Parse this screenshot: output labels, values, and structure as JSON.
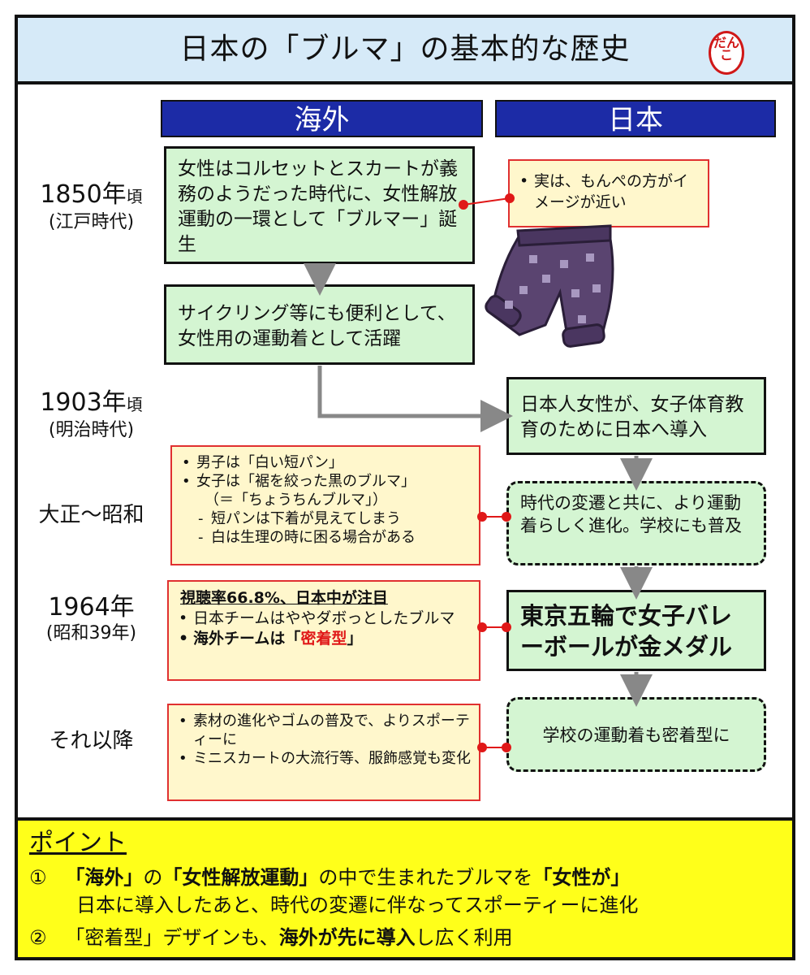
{
  "title": "日本の「ブルマ」の基本的な歴史",
  "stamp": "だんこ",
  "columns": {
    "overseas": "海外",
    "japan": "日本"
  },
  "eras": [
    {
      "year": "1850年",
      "suffix": "頃",
      "sub": "(江戸時代)"
    },
    {
      "year": "1903年",
      "suffix": "頃",
      "sub": "(明治時代)"
    },
    {
      "year": "大正〜昭和",
      "suffix": "",
      "sub": ""
    },
    {
      "year": "1964年",
      "suffix": "",
      "sub": "(昭和39年)"
    },
    {
      "year": "それ以降",
      "suffix": "",
      "sub": ""
    }
  ],
  "overseas_boxes": [
    {
      "text": "女性はコルセットとスカートが義務のようだった時代に、女性解放運動の一環として「ブルマー」誕生"
    },
    {
      "text": "サイクリング等にも便利として、女性用の運動着として活躍"
    }
  ],
  "japan_boxes": [
    {
      "text": "日本人女性が、女子体育教育のために日本へ導入"
    },
    {
      "text": "時代の変遷と共に、より運動着らしく進化。学校にも普及"
    },
    {
      "text": "東京五輪で女子バレーボールが金メダル"
    },
    {
      "text": "学校の運動着も密着型に"
    }
  ],
  "notes": {
    "monpe": [
      "実は、もんぺの方がイメージが近い"
    ],
    "taisho": [
      "男子は「白い短パン」",
      "女子は「裾を絞った黒のブルマ」",
      "（＝「ちょうちんブルマ」）",
      "短パンは下着が見えてしまう",
      "白は生理の時に困る場合がある"
    ],
    "y1964": {
      "headline": "視聴率66.8%、日本中が注目",
      "items": [
        "日本チームはややダボっとしたブルマ",
        "海外チームは「",
        "密着型",
        "」"
      ]
    },
    "later": [
      "素材の進化やゴムの普及で、よりスポーティーに",
      "ミニスカートの大流行等、服飾感覚も変化"
    ]
  },
  "point": {
    "title": "ポイント",
    "line1_num": "①",
    "line1_a": "「海外」",
    "line1_b": "の",
    "line1_c": "「女性解放運動」",
    "line1_d": "の中で生まれたブルマを",
    "line1_e": "「女性が」",
    "line2": "日本に導入したあと、時代の変遷に伴なってスポーティーに進化",
    "line3_num": "②",
    "line3_a": "「密着型」デザインも、",
    "line3_b": "海外が先に導入",
    "line3_c": "し広く利用"
  },
  "colors": {
    "header_blue": "#1c2ba6",
    "green_box": "#d4f5d2",
    "note_yellow": "#fff7cc",
    "point_yellow": "#ffff1a",
    "accent_red": "#e01818"
  }
}
